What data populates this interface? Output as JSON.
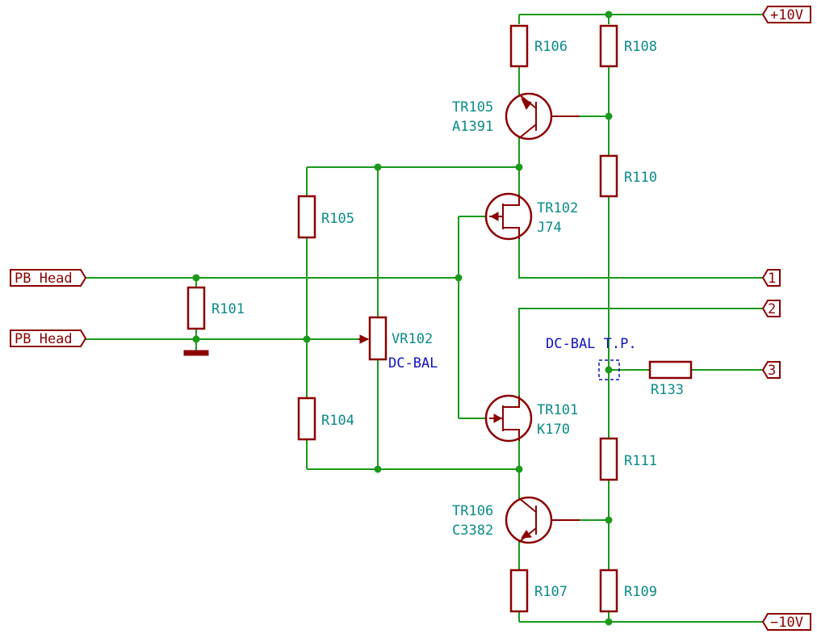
{
  "ports": {
    "pb_head_1": "PB_Head",
    "pb_head_2": "PB_Head",
    "plus10v": "+10V",
    "minus10v": "−10V",
    "out1": "1",
    "out2": "2",
    "out3": "3"
  },
  "resistors": {
    "r101": "R101",
    "r104": "R104",
    "r105": "R105",
    "r106": "R106",
    "r107": "R107",
    "r108": "R108",
    "r109": "R109",
    "r110": "R110",
    "r111": "R111",
    "r133": "R133"
  },
  "transistors": {
    "tr101": {
      "ref": "TR101",
      "value": "K170"
    },
    "tr102": {
      "ref": "TR102",
      "value": "J74"
    },
    "tr105": {
      "ref": "TR105",
      "value": "A1391"
    },
    "tr106": {
      "ref": "TR106",
      "value": "C3382"
    }
  },
  "pot": {
    "ref": "VR102",
    "value": "DC-BAL"
  },
  "test_point": "DC-BAL T.P.",
  "colors": {
    "wire": "#1a9a1a",
    "component": "#8b0000",
    "reference": "#0a8a8a",
    "note": "#1010c0"
  }
}
